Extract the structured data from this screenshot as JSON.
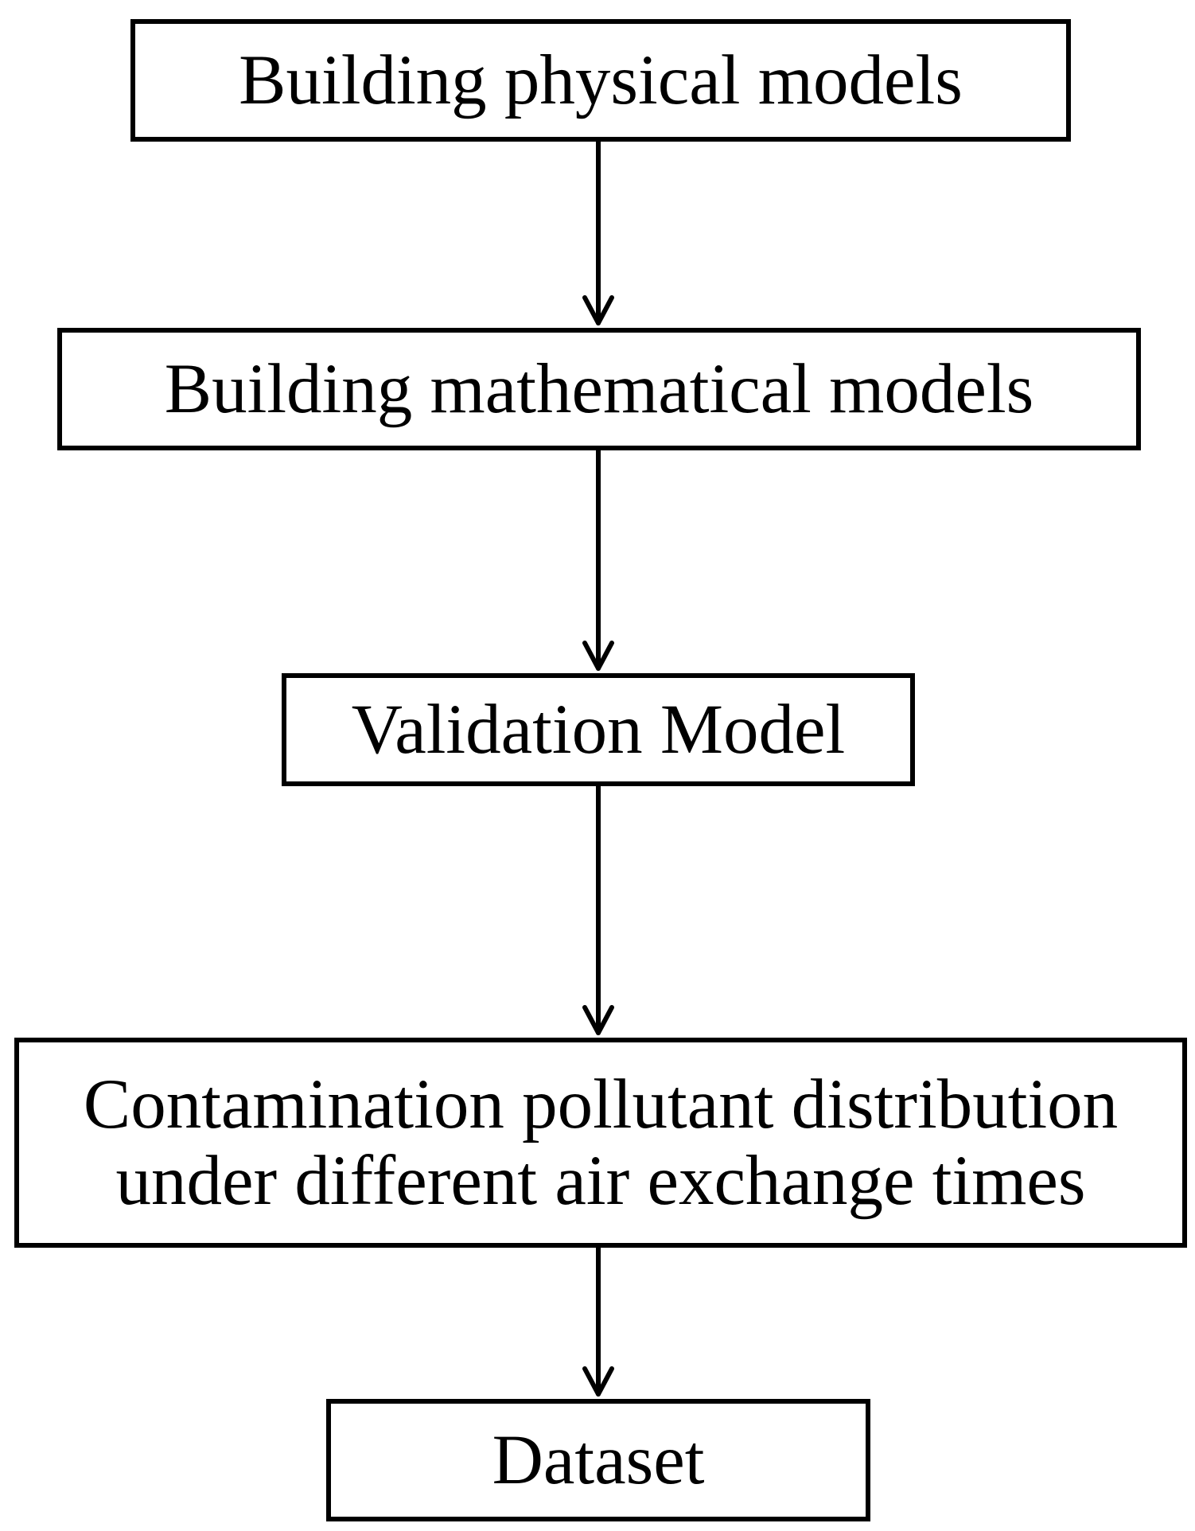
{
  "flowchart": {
    "steps": [
      {
        "label": "Building physical models"
      },
      {
        "label": "Building mathematical models"
      },
      {
        "label": "Validation Model"
      },
      {
        "label": "Contamination pollutant distribution\nunder different air exchange times"
      },
      {
        "label": "Dataset"
      }
    ],
    "colors": {
      "stroke": "#000000",
      "background": "#ffffff"
    }
  }
}
